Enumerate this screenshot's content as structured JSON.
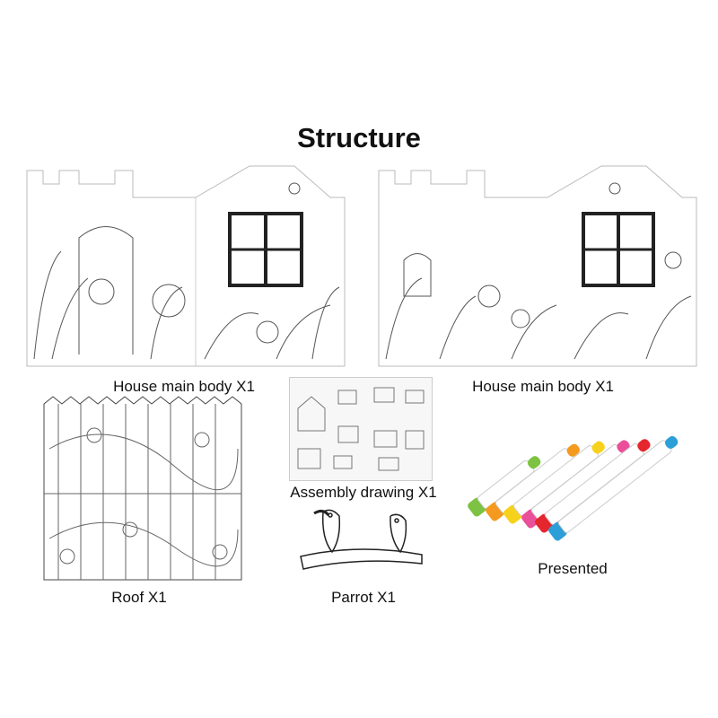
{
  "title": "Structure",
  "items": [
    {
      "label": "House main body X1",
      "icon": "house-left-panel"
    },
    {
      "label": "House main body X1",
      "icon": "house-right-panel"
    },
    {
      "label": "Roof X1",
      "icon": "roof-panel"
    },
    {
      "label": "Assembly drawing X1",
      "icon": "assembly-sheet"
    },
    {
      "label": "Parrot X1",
      "icon": "parrot-panel"
    },
    {
      "label": "Presented",
      "icon": "markers"
    }
  ],
  "marker_colors": [
    "#7dc242",
    "#f39a1f",
    "#f7d21c",
    "#ea4f9a",
    "#e5272d",
    "#2c9fd9"
  ]
}
